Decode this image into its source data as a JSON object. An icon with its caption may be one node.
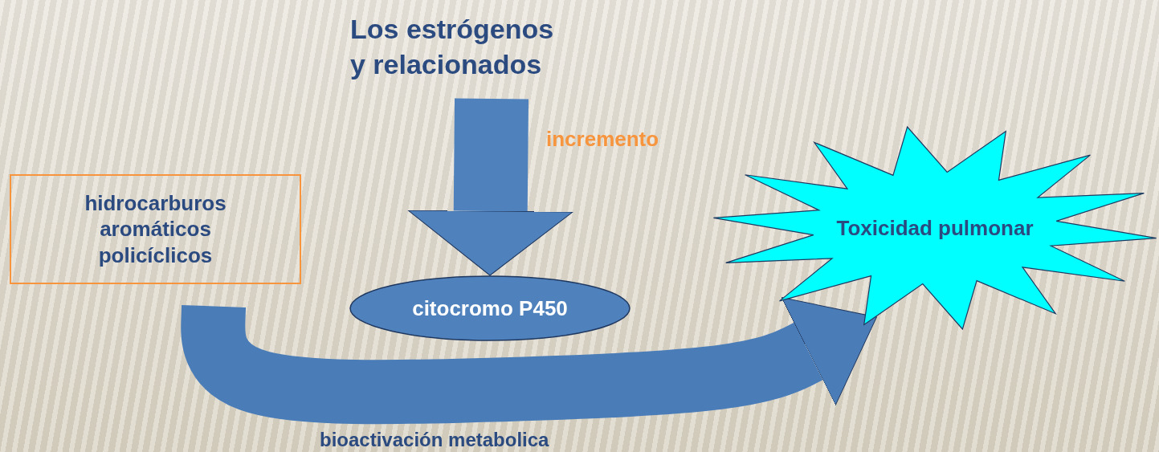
{
  "diagram": {
    "nodes": [
      {
        "text": [
          "Los estrógenos y relacionados"
        ]
      },
      {
        "text": [
          "hidrocarburos aromáticos policíclicos"
        ]
      },
      {
        "text": [
          "citocromo P450"
        ]
      },
      {
        "text": [
          "Toxicidad pulmonar"
        ]
      }
    ],
    "edges": [
      {
        "from": 0,
        "to": 2,
        "arrow": "to",
        "label": "incremento"
      },
      {
        "from": 1,
        "to": 3,
        "arrow": "to",
        "label": "bioactivación metabolica"
      }
    ]
  }
}
